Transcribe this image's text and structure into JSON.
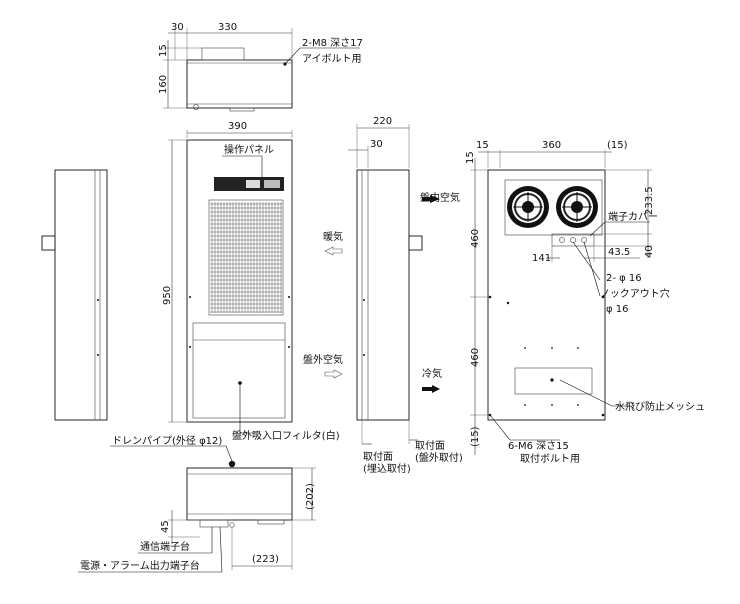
{
  "top_view": {
    "dim_left": "30",
    "dim_width": "330",
    "dim_15": "15",
    "dim_160": "160",
    "bolt_label": "2-M8 深さ17",
    "bolt_sub": "アイボルト用"
  },
  "front_view": {
    "dim_width": "390",
    "dim_height": "950",
    "panel_label": "操作パネル",
    "filter_label": "盤外吸入口フィルタ(白)",
    "drain_label": "ドレンパイプ(外径 φ12)"
  },
  "side_view": {
    "dim_depth": "220",
    "dim_30": "30",
    "inner_air": "盤内空気",
    "warm_air": "暖気",
    "outer_air": "盤外空気",
    "cold_air": "冷気",
    "mount_embed_1": "取付面",
    "mount_embed_2": "(埋込取付)",
    "mount_outer_1": "取付面",
    "mount_outer_2": "(盤外取付)"
  },
  "rear_view": {
    "dim_15": "15",
    "dim_360": "360",
    "dim_15p": "(15)",
    "dim_233_5": "233.5",
    "dim_460_top": "460",
    "dim_460_bot": "460",
    "dim_40": "40",
    "dim_43_5": "43.5",
    "dim_141": "141",
    "dim_15p_bottom": "(15)",
    "terminal_cover": "端子カバー",
    "knockout_1": "2- φ 16",
    "knockout_2": "ノックアウト穴",
    "knockout_3": "φ 16",
    "mesh_label": "水飛び防止メッシュ",
    "bolt_label": "6-M6 深さ15",
    "bolt_sub": "取付ボルト用"
  },
  "bottom_view": {
    "dim_202": "(202)",
    "dim_45": "45",
    "dim_223": "(223)",
    "comm_terminal": "通信端子台",
    "power_terminal": "電源・アラーム出力端子台"
  }
}
